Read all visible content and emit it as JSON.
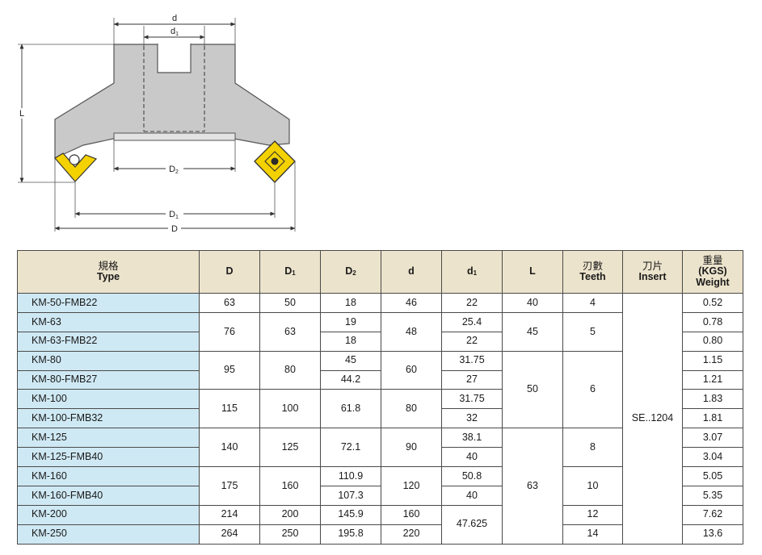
{
  "drawing": {
    "dims": {
      "d": "d",
      "d1_main": "d",
      "d1_sub": "1",
      "L": "L",
      "D2_main": "D",
      "D2_sub": "2",
      "D1_main": "D",
      "D1_sub": "1",
      "D": "D"
    },
    "colors": {
      "body": "#c9c9c9",
      "outline": "#555555",
      "insert": "#f4d100",
      "insert_dark": "#2b2b2b"
    }
  },
  "table": {
    "headers": {
      "type_cn": "規格",
      "type_en": "Type",
      "D": "D",
      "D1_main": "D",
      "D1_sub": "1",
      "D2_main": "D",
      "D2_sub": "2",
      "d": "d",
      "d1_main": "d",
      "d1_sub": "1",
      "L": "L",
      "teeth_cn": "刃數",
      "teeth_en": "Teeth",
      "insert_cn": "刀片",
      "insert_en": "Insert",
      "weight_cn": "重量",
      "weight_unit": "(KGS)",
      "weight_en": "Weight"
    },
    "types": [
      "KM-50-FMB22",
      "KM-63",
      "KM-63-FMB22",
      "KM-80",
      "KM-80-FMB27",
      "KM-100",
      "KM-100-FMB32",
      "KM-125",
      "KM-125-FMB40",
      "KM-160",
      "KM-160-FMB40",
      "KM-200",
      "KM-250"
    ],
    "D": [
      "63",
      "76",
      "95",
      "115",
      "140",
      "175",
      "214",
      "264"
    ],
    "D1": [
      "50",
      "63",
      "80",
      "100",
      "125",
      "160",
      "200",
      "250"
    ],
    "D2": [
      "18",
      "19",
      "18",
      "45",
      "44.2",
      "61.8",
      "72.1",
      "110.9",
      "107.3",
      "145.9",
      "195.8"
    ],
    "d": [
      "46",
      "48",
      "60",
      "80",
      "90",
      "120",
      "160",
      "220"
    ],
    "d1": [
      "22",
      "25.4",
      "22",
      "31.75",
      "27",
      "31.75",
      "32",
      "38.1",
      "40",
      "50.8",
      "40",
      "47.625"
    ],
    "L": [
      "40",
      "45",
      "50",
      "63"
    ],
    "teeth": [
      "4",
      "5",
      "6",
      "8",
      "10",
      "12",
      "14"
    ],
    "insert": "SE..1204",
    "weight": [
      "0.52",
      "0.78",
      "0.80",
      "1.15",
      "1.21",
      "1.83",
      "1.81",
      "3.07",
      "3.04",
      "5.05",
      "5.35",
      "7.62",
      "13.6"
    ]
  }
}
